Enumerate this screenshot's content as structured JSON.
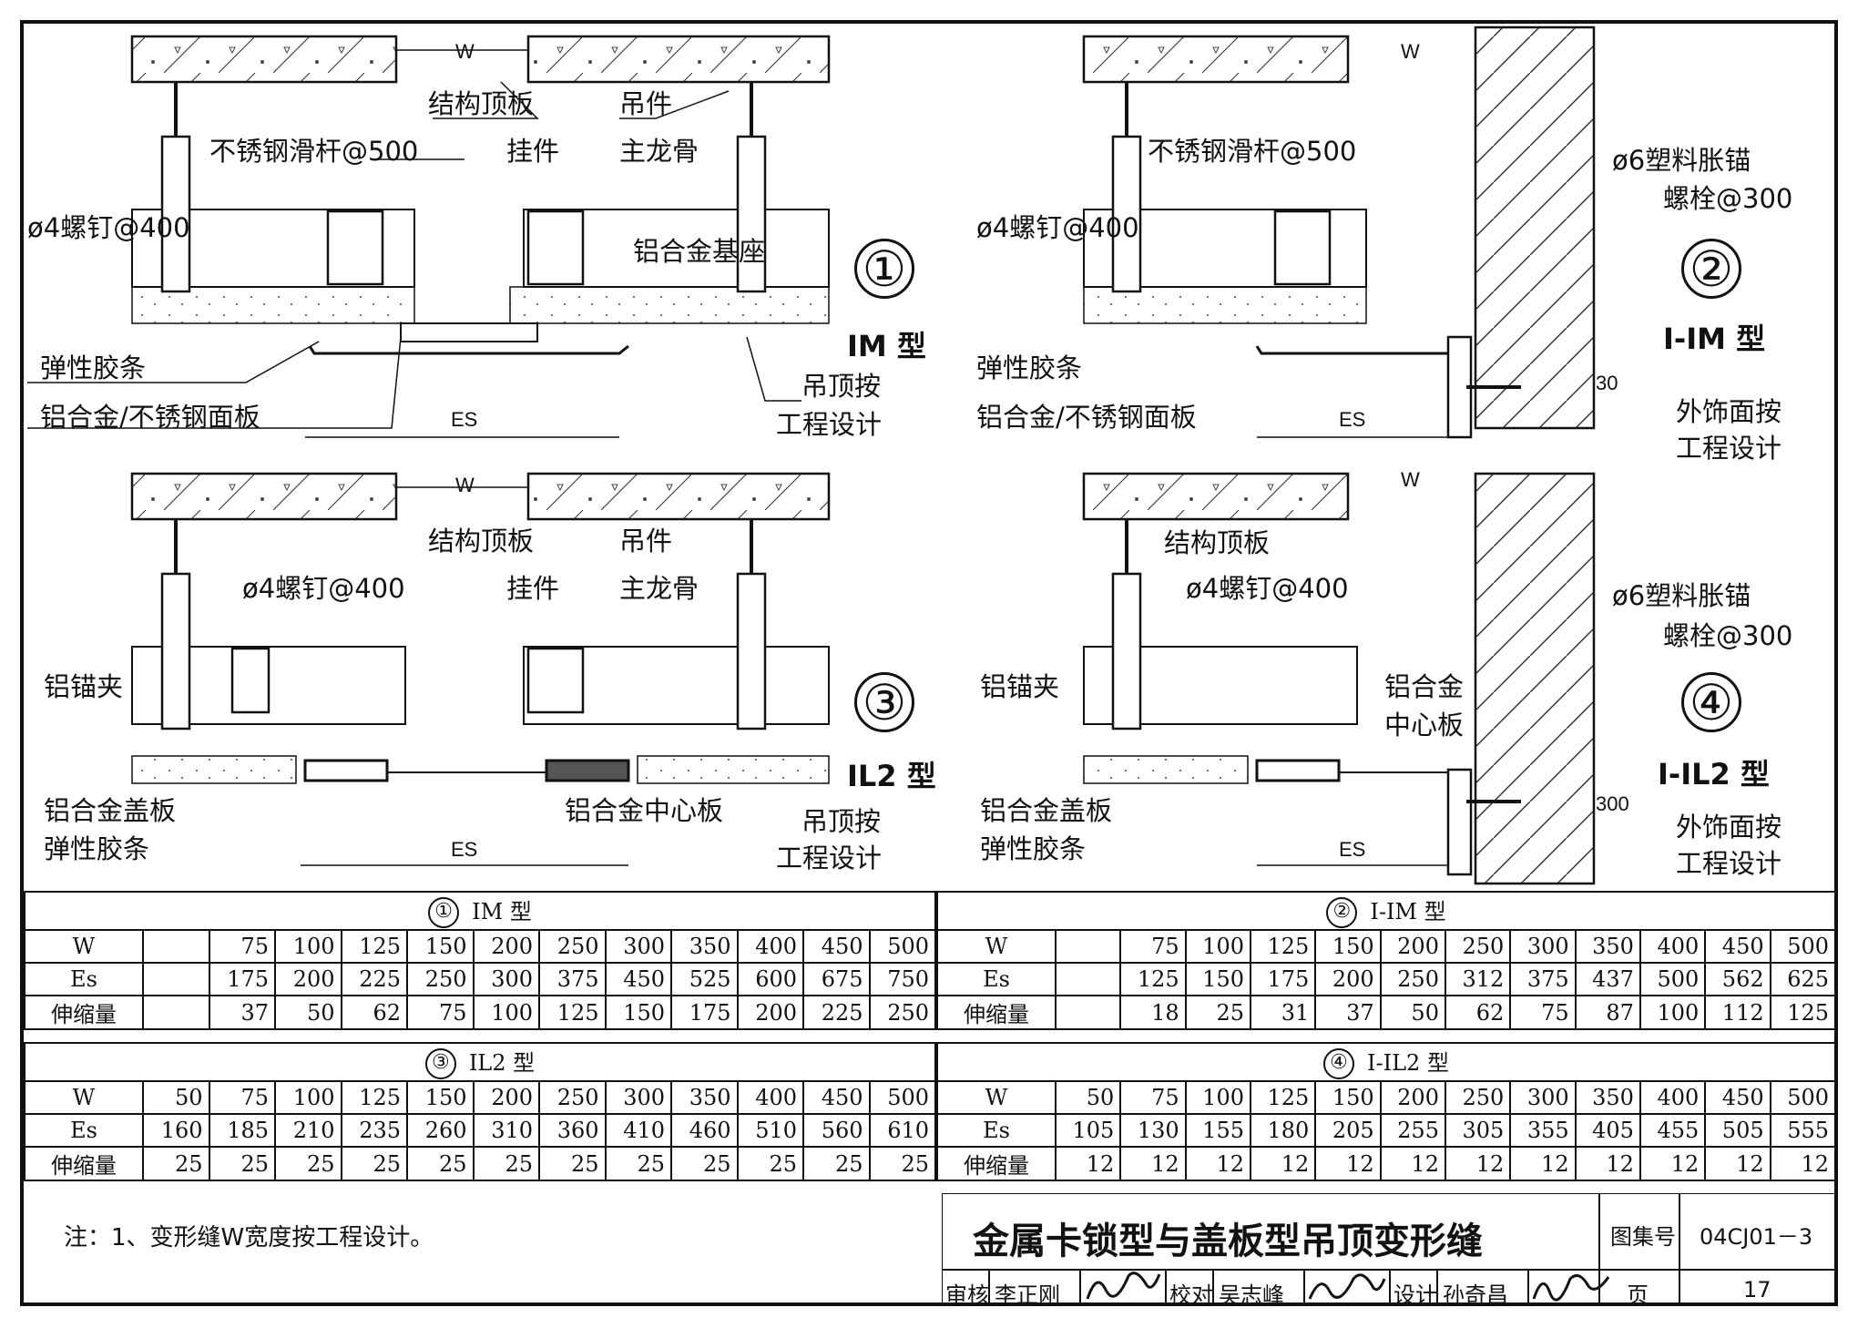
{
  "diagrams": [
    {
      "number": "①",
      "type": "IM 型",
      "labels": {
        "structure": "结构顶板",
        "hanger": "吊件",
        "rod": "不锈钢滑杆@500",
        "clip": "挂件",
        "main_keel": "主龙骨",
        "screw": "ø4螺钉@400",
        "base": "铝合金基座",
        "strip": "弹性胶条",
        "panel": "铝合金/不锈钢面板",
        "ceiling_1": "吊顶按",
        "ceiling_2": "工程设计",
        "w": "W",
        "es": "ES"
      }
    },
    {
      "number": "②",
      "type": "I-IM 型",
      "labels": {
        "rod": "不锈钢滑杆@500",
        "screw": "ø4螺钉@400",
        "anchor_1": "ø6塑料胀锚",
        "anchor_2": "螺栓@300",
        "strip": "弹性胶条",
        "panel": "铝合金/不锈钢面板",
        "finish_1": "外饰面按",
        "finish_2": "工程设计",
        "w": "W",
        "es": "ES",
        "dim30": "30"
      }
    },
    {
      "number": "③",
      "type": "IL2 型",
      "labels": {
        "structure": "结构顶板",
        "hanger": "吊件",
        "screw": "ø4螺钉@400",
        "clip": "挂件",
        "main_keel": "主龙骨",
        "anchor_clip": "铝锚夹",
        "cover": "铝合金盖板",
        "strip": "弹性胶条",
        "center": "铝合金中心板",
        "ceiling_1": "吊顶按",
        "ceiling_2": "工程设计",
        "w": "W",
        "es": "ES"
      }
    },
    {
      "number": "④",
      "type": "I-IL2 型",
      "labels": {
        "structure": "结构顶板",
        "screw": "ø4螺钉@400",
        "anchor_1": "ø6塑料胀锚",
        "anchor_2": "螺栓@300",
        "anchor_clip": "铝锚夹",
        "center_1": "铝合金",
        "center_2": "中心板",
        "cover": "铝合金盖板",
        "strip": "弹性胶条",
        "finish_1": "外饰面按",
        "finish_2": "工程设计",
        "w": "W",
        "es": "ES",
        "dim300": "300"
      }
    }
  ],
  "tables": [
    {
      "number": "①",
      "name": "IM 型",
      "rows": [
        {
          "label": "W",
          "values": [
            "",
            "75",
            "100",
            "125",
            "150",
            "200",
            "250",
            "300",
            "350",
            "400",
            "450",
            "500"
          ]
        },
        {
          "label": "Es",
          "values": [
            "",
            "175",
            "200",
            "225",
            "250",
            "300",
            "375",
            "450",
            "525",
            "600",
            "675",
            "750"
          ]
        },
        {
          "label": "伸缩量",
          "values": [
            "",
            "37",
            "50",
            "62",
            "75",
            "100",
            "125",
            "150",
            "175",
            "200",
            "225",
            "250"
          ]
        }
      ]
    },
    {
      "number": "②",
      "name": "I-IM 型",
      "rows": [
        {
          "label": "W",
          "values": [
            "",
            "75",
            "100",
            "125",
            "150",
            "200",
            "250",
            "300",
            "350",
            "400",
            "450",
            "500"
          ]
        },
        {
          "label": "Es",
          "values": [
            "",
            "125",
            "150",
            "175",
            "200",
            "250",
            "312",
            "375",
            "437",
            "500",
            "562",
            "625"
          ]
        },
        {
          "label": "伸缩量",
          "values": [
            "",
            "18",
            "25",
            "31",
            "37",
            "50",
            "62",
            "75",
            "87",
            "100",
            "112",
            "125"
          ]
        }
      ]
    },
    {
      "number": "③",
      "name": "IL2 型",
      "rows": [
        {
          "label": "W",
          "values": [
            "50",
            "75",
            "100",
            "125",
            "150",
            "200",
            "250",
            "300",
            "350",
            "400",
            "450",
            "500"
          ]
        },
        {
          "label": "Es",
          "values": [
            "160",
            "185",
            "210",
            "235",
            "260",
            "310",
            "360",
            "410",
            "460",
            "510",
            "560",
            "610"
          ]
        },
        {
          "label": "伸缩量",
          "values": [
            "25",
            "25",
            "25",
            "25",
            "25",
            "25",
            "25",
            "25",
            "25",
            "25",
            "25",
            "25"
          ]
        }
      ]
    },
    {
      "number": "④",
      "name": "I-IL2 型",
      "rows": [
        {
          "label": "W",
          "values": [
            "50",
            "75",
            "100",
            "125",
            "150",
            "200",
            "250",
            "300",
            "350",
            "400",
            "450",
            "500"
          ]
        },
        {
          "label": "Es",
          "values": [
            "105",
            "130",
            "155",
            "180",
            "205",
            "255",
            "305",
            "355",
            "405",
            "455",
            "505",
            "555"
          ]
        },
        {
          "label": "伸缩量",
          "values": [
            "12",
            "12",
            "12",
            "12",
            "12",
            "12",
            "12",
            "12",
            "12",
            "12",
            "12",
            "12"
          ]
        }
      ]
    }
  ],
  "note": "注：1、变形缝W宽度按工程设计。",
  "title_block": {
    "title": "金属卡锁型与盖板型吊顶变形缝",
    "atlas_label": "图集号",
    "atlas_no": "04CJ01－3",
    "page_label": "页",
    "page_no": "17",
    "review_label": "审核",
    "reviewer": "李正刚",
    "check_label": "校对",
    "checker": "吴志峰",
    "design_label": "设计",
    "designer": "孙奇昌"
  }
}
